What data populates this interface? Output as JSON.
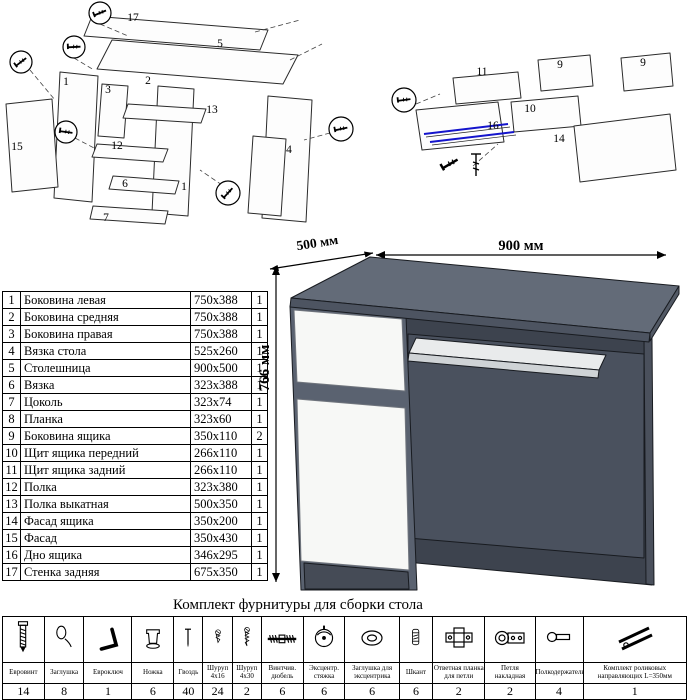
{
  "desk": {
    "dim_width": "900 мм",
    "dim_depth": "500 мм",
    "dim_height": "766 мм"
  },
  "colors": {
    "desk_body": "#5a6270",
    "desk_front": "#f7f8f6",
    "guide_highlight": "#1414cc"
  },
  "parts_table": {
    "rows": [
      {
        "num": "1",
        "name": "Боковина левая",
        "size": "750x388",
        "qty": "1"
      },
      {
        "num": "2",
        "name": "Боковина средняя",
        "size": "750x388",
        "qty": "1"
      },
      {
        "num": "3",
        "name": "Боковина правая",
        "size": "750x388",
        "qty": "1"
      },
      {
        "num": "4",
        "name": "Вязка стола",
        "size": "525x260",
        "qty": "1"
      },
      {
        "num": "5",
        "name": "Столешница",
        "size": "900x500",
        "qty": "1"
      },
      {
        "num": "6",
        "name": "Вязка",
        "size": "323x388",
        "qty": "1"
      },
      {
        "num": "7",
        "name": "Цоколь",
        "size": "323x74",
        "qty": "1"
      },
      {
        "num": "8",
        "name": "Планка",
        "size": "323x60",
        "qty": "1"
      },
      {
        "num": "9",
        "name": "Боковина ящика",
        "size": "350x110",
        "qty": "2"
      },
      {
        "num": "10",
        "name": "Щит ящика передний",
        "size": "266x110",
        "qty": "1"
      },
      {
        "num": "11",
        "name": "Щит ящика задний",
        "size": "266x110",
        "qty": "1"
      },
      {
        "num": "12",
        "name": "Полка",
        "size": "323x380",
        "qty": "1"
      },
      {
        "num": "13",
        "name": "Полка выкатная",
        "size": "500x350",
        "qty": "1"
      },
      {
        "num": "14",
        "name": "Фасад ящика",
        "size": "350x200",
        "qty": "1"
      },
      {
        "num": "15",
        "name": "Фасад",
        "size": "350x430",
        "qty": "1"
      },
      {
        "num": "16",
        "name": "Дно ящика",
        "size": "346x295",
        "qty": "1"
      },
      {
        "num": "17",
        "name": "Стенка задняя",
        "size": "675x350",
        "qty": "1"
      }
    ]
  },
  "hardware": {
    "title": "Комплект фурнитуры для сборки стола",
    "items": [
      {
        "name": "Евровинт",
        "qty": "14",
        "icon": "confirmat-screw"
      },
      {
        "name": "Заглушка",
        "qty": "8",
        "icon": "plug-cap"
      },
      {
        "name": "Евроключ",
        "qty": "1",
        "icon": "hex-key"
      },
      {
        "name": "Ножка",
        "qty": "6",
        "icon": "furniture-foot"
      },
      {
        "name": "Гвоздь",
        "qty": "40",
        "icon": "nail"
      },
      {
        "name": "Шуруп 4x16",
        "qty": "24",
        "icon": "screw-small"
      },
      {
        "name": "Шуруп 4x30",
        "qty": "2",
        "icon": "screw-long"
      },
      {
        "name": "Винтчив. дюбель",
        "qty": "6",
        "icon": "dowel-screw"
      },
      {
        "name": "Эксцентр. стяжка",
        "qty": "6",
        "icon": "cam-lock"
      },
      {
        "name": "Заглушка для эксцентрика",
        "qty": "6",
        "icon": "cam-cover"
      },
      {
        "name": "Шкант",
        "qty": "6",
        "icon": "wood-dowel"
      },
      {
        "name": "Ответная планка для петли",
        "qty": "2",
        "icon": "hinge-plate"
      },
      {
        "name": "Петля накладная",
        "qty": "2",
        "icon": "overlay-hinge"
      },
      {
        "name": "Полкодержатель",
        "qty": "4",
        "icon": "shelf-pin"
      },
      {
        "name": "Комплект роликовых направляющих L=350мм",
        "qty": "1",
        "icon": "roller-guides"
      }
    ]
  },
  "exploded_left": {
    "labels": [
      "17",
      "5",
      "1",
      "3",
      "2",
      "13",
      "15",
      "12",
      "6",
      "1",
      "7",
      "4"
    ]
  },
  "exploded_right": {
    "labels": [
      "11",
      "9",
      "9",
      "10",
      "16",
      "14"
    ]
  }
}
